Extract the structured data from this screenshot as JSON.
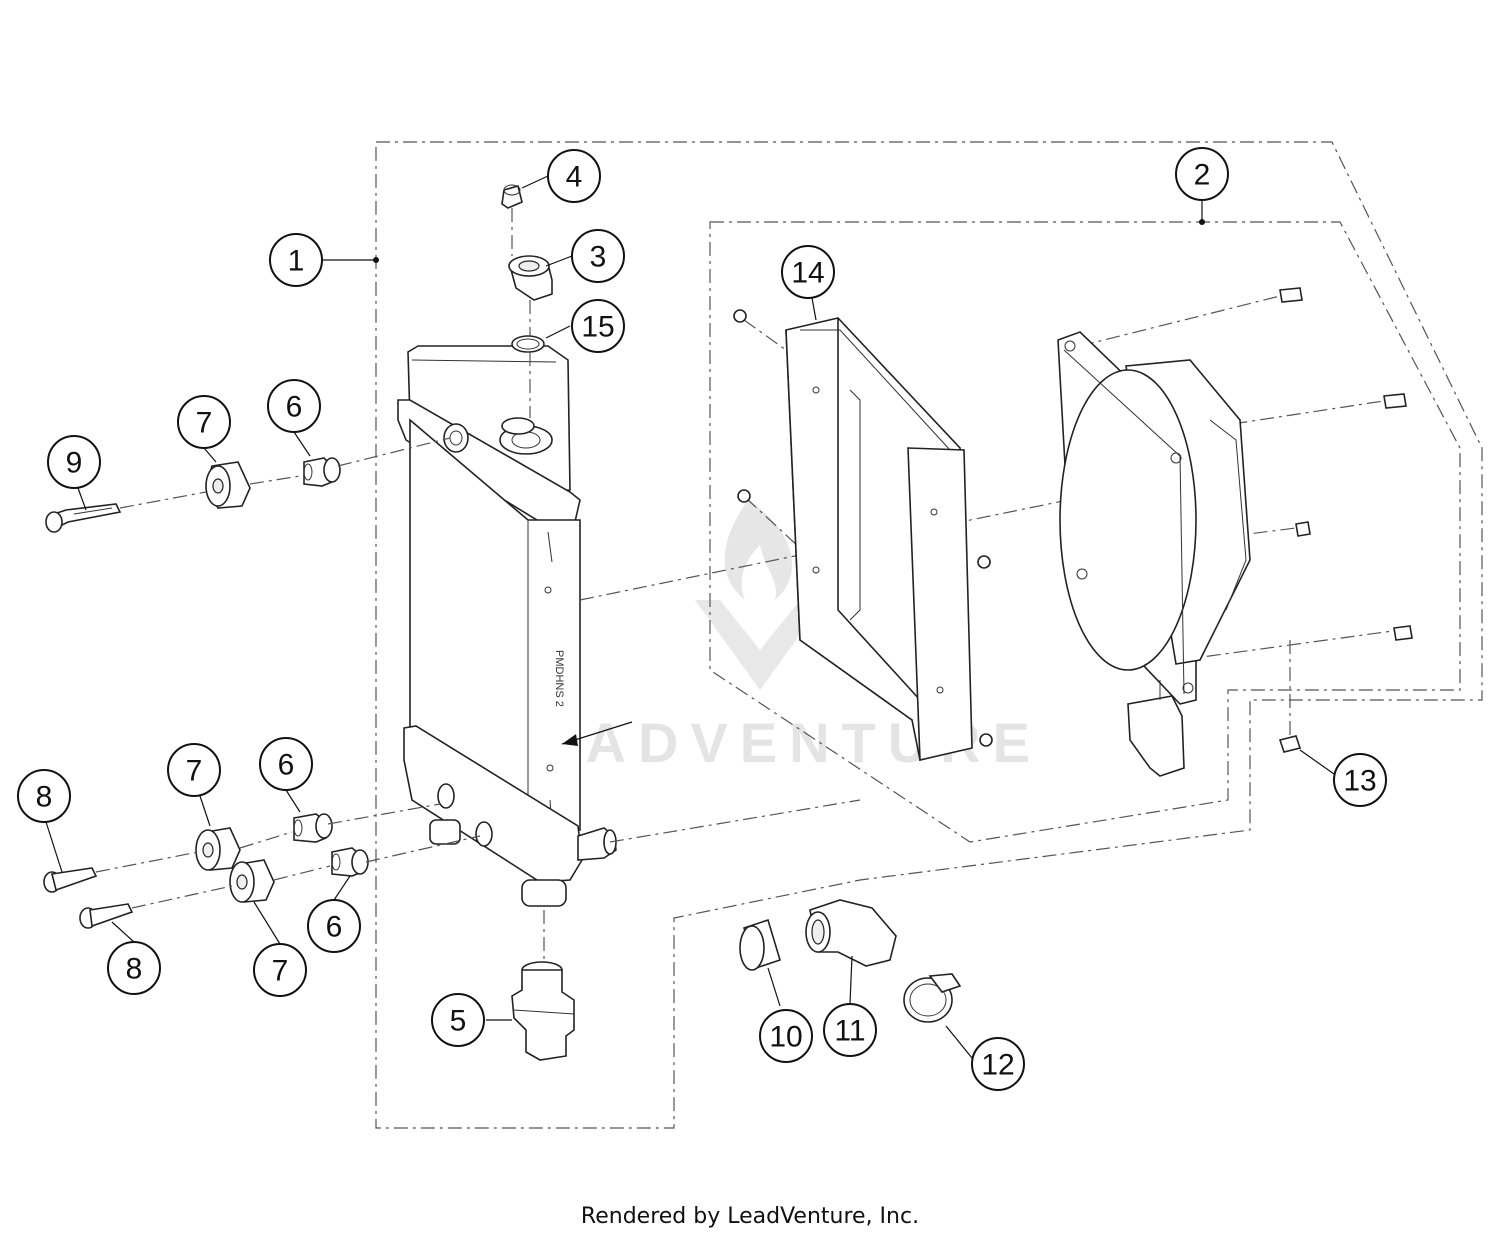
{
  "watermark": {
    "text": "LEADVENTURE"
  },
  "footer": {
    "text": "Rendered by LeadVenture, Inc."
  },
  "radiator": {
    "stamp": "PMDHNS 2"
  },
  "callouts": [
    {
      "id": "c1",
      "label": "1"
    },
    {
      "id": "c2",
      "label": "2"
    },
    {
      "id": "c3",
      "label": "3"
    },
    {
      "id": "c4",
      "label": "4"
    },
    {
      "id": "c5",
      "label": "5"
    },
    {
      "id": "c6a",
      "label": "6"
    },
    {
      "id": "c6b",
      "label": "6"
    },
    {
      "id": "c6c",
      "label": "6"
    },
    {
      "id": "c7a",
      "label": "7"
    },
    {
      "id": "c7b",
      "label": "7"
    },
    {
      "id": "c7c",
      "label": "7"
    },
    {
      "id": "c8a",
      "label": "8"
    },
    {
      "id": "c8b",
      "label": "8"
    },
    {
      "id": "c9",
      "label": "9"
    },
    {
      "id": "c10",
      "label": "10"
    },
    {
      "id": "c11",
      "label": "11"
    },
    {
      "id": "c12",
      "label": "12"
    },
    {
      "id": "c13",
      "label": "13"
    },
    {
      "id": "c14",
      "label": "14"
    },
    {
      "id": "c15",
      "label": "15"
    }
  ]
}
